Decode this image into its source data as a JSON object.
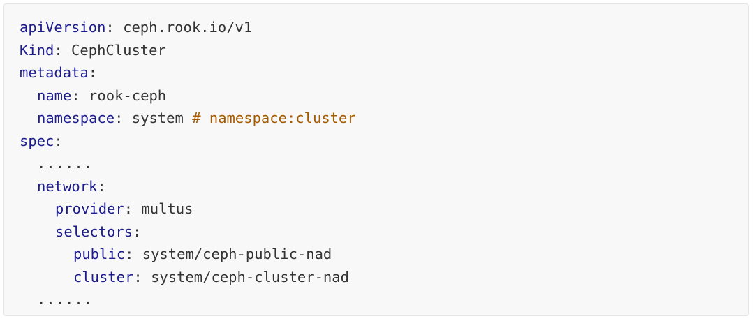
{
  "colors": {
    "key": "#1c1c8c",
    "value": "#333333",
    "comment": "#a35a00",
    "background": "#f8f8f8"
  },
  "lines": {
    "l1": {
      "key": "apiVersion",
      "value": " ceph.rook.io/v1"
    },
    "l2": {
      "key": "Kind",
      "value": " CephCluster"
    },
    "l3": {
      "key": "metadata"
    },
    "l4": {
      "key": "name",
      "value": " rook-ceph"
    },
    "l5": {
      "key": "namespace",
      "value": " system ",
      "comment": "# namespace:cluster"
    },
    "l6": {
      "key": "spec"
    },
    "l7": {
      "text": "......"
    },
    "l8": {
      "key": "network"
    },
    "l9": {
      "key": "provider",
      "value": " multus"
    },
    "l10": {
      "key": "selectors"
    },
    "l11": {
      "key": "public",
      "value": " system/ceph-public-nad"
    },
    "l12": {
      "key": "cluster",
      "value": " system/ceph-cluster-nad"
    },
    "l13": {
      "text": "......"
    }
  }
}
